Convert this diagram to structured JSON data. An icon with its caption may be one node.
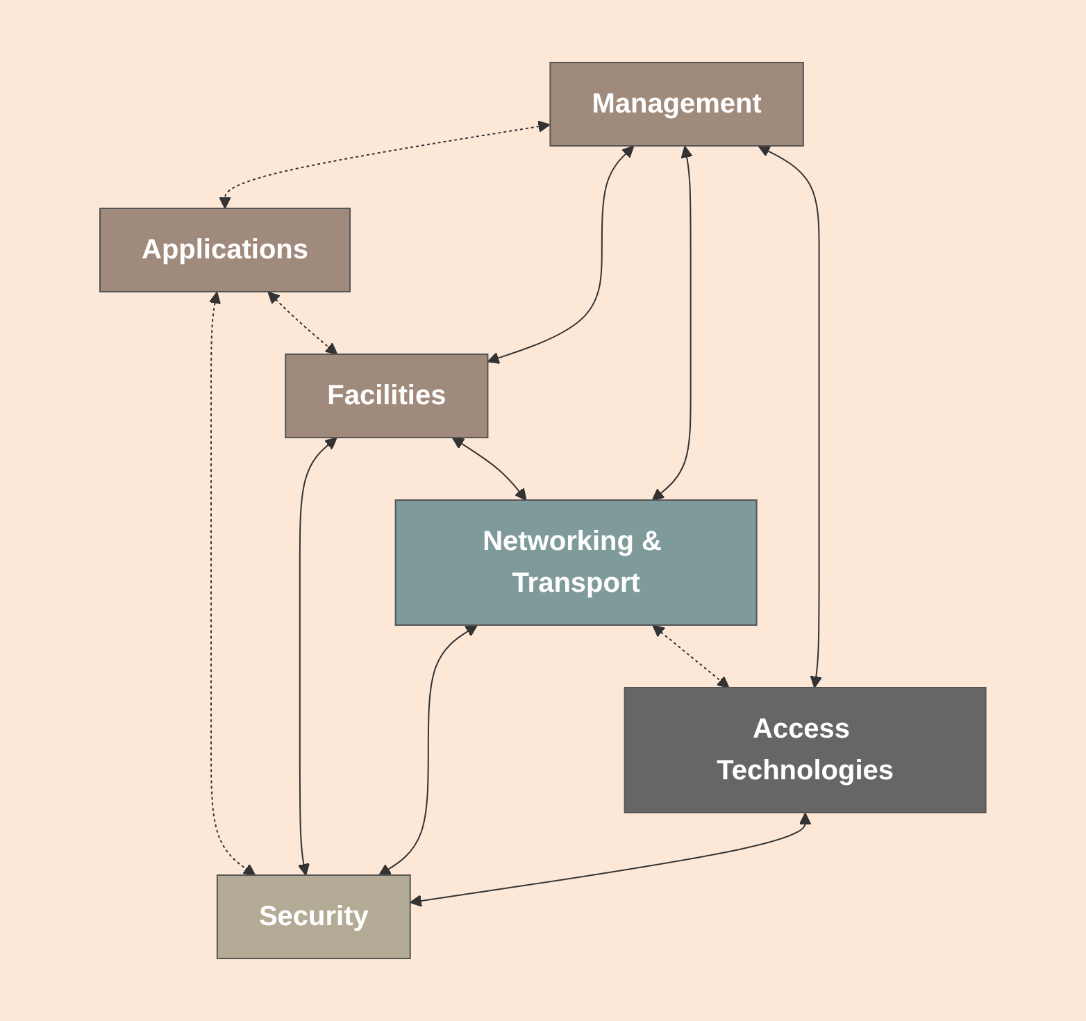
{
  "diagram": {
    "nodes": [
      {
        "text": [
          "Management"
        ]
      },
      {
        "text": [
          "Applications"
        ]
      },
      {
        "text": [
          "Facilities"
        ]
      },
      {
        "text": [
          "Networking & Transport"
        ]
      },
      {
        "text": [
          "Access Technologies"
        ]
      },
      {
        "text": [
          "Security"
        ]
      }
    ],
    "edges": [
      {
        "from": 0,
        "to": 1,
        "arrow": "both",
        "style": "dashed"
      },
      {
        "from": 0,
        "to": 2,
        "arrow": "both"
      },
      {
        "from": 0,
        "to": 3,
        "arrow": "both"
      },
      {
        "from": 0,
        "to": 4,
        "arrow": "both"
      },
      {
        "from": 1,
        "to": 5,
        "arrow": "both",
        "style": "dashed"
      },
      {
        "from": 2,
        "to": 5,
        "arrow": "both"
      },
      {
        "from": 3,
        "to": 5,
        "arrow": "both"
      },
      {
        "from": 4,
        "to": 5,
        "arrow": "both"
      },
      {
        "from": 1,
        "to": 2,
        "arrow": "both",
        "style": "dashed"
      },
      {
        "from": 2,
        "to": 3,
        "arrow": "both"
      },
      {
        "from": 3,
        "to": 4,
        "arrow": "both",
        "style": "dashed"
      }
    ]
  }
}
